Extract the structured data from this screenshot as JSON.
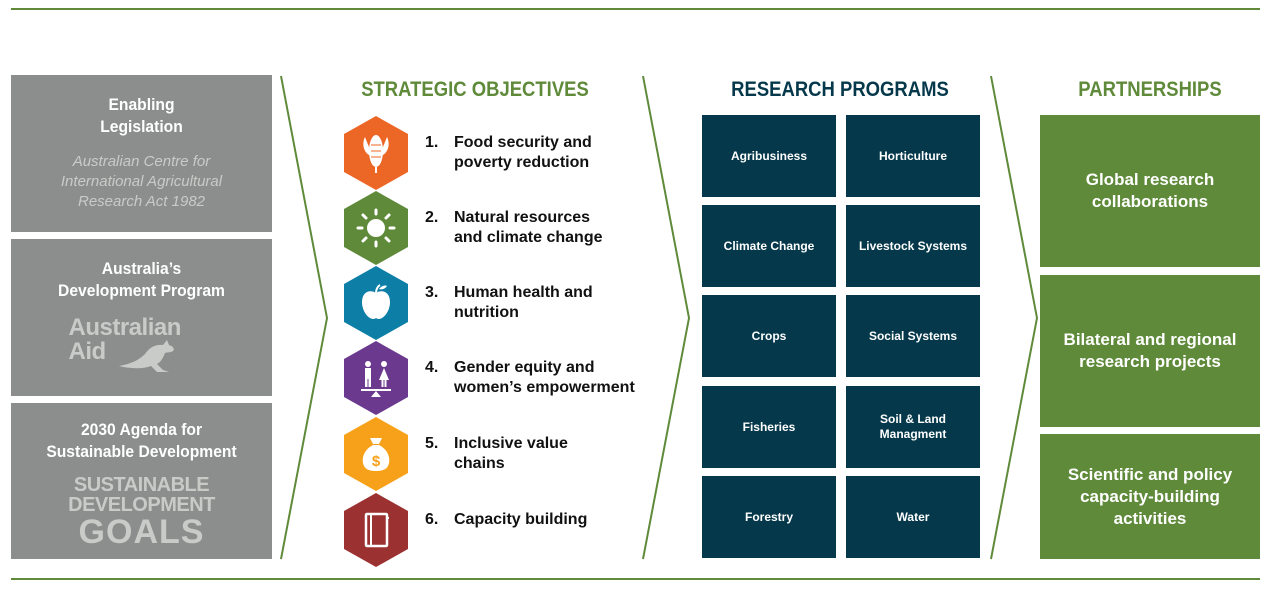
{
  "enabling": {
    "legislation": {
      "title": "Enabling Legislation",
      "title_line1": "Enabling",
      "title_line2": "Legislation",
      "subtitle_line1": "Australian Centre for",
      "subtitle_line2": "International Agricultural",
      "subtitle_line3": "Research Act 1982"
    },
    "development": {
      "title_line1": "Australia’s",
      "title_line2": "Development Program",
      "logo_line1": "Australian",
      "logo_line2": "Aid",
      "logo_icon": "kangaroo-icon"
    },
    "agenda": {
      "title_line1": "2030 Agenda for",
      "title_line2": "Sustainable Development",
      "logo_line1": "SUSTAINABLE",
      "logo_line2": "DEVELOPMENT",
      "logo_line3": "GOALS"
    }
  },
  "headers": {
    "objectives": "STRATEGIC OBJECTIVES",
    "programs": "RESEARCH PROGRAMS",
    "partnerships": "PARTNERSHIPS"
  },
  "objectives": [
    {
      "num": "1.",
      "line1": "Food security and",
      "line2": "poverty reduction",
      "icon": "corn-icon",
      "color": "#ec6726"
    },
    {
      "num": "2.",
      "line1": "Natural resources",
      "line2": "and climate change",
      "icon": "sun-icon",
      "color": "#5f8a3a"
    },
    {
      "num": "3.",
      "line1": "Human health and",
      "line2": "nutrition",
      "icon": "apple-icon",
      "color": "#0d7fa7"
    },
    {
      "num": "4.",
      "line1": "Gender equity and",
      "line2": "women’s empowerment",
      "icon": "gender-scale-icon",
      "color": "#6b3a8e"
    },
    {
      "num": "5.",
      "line1": "Inclusive value",
      "line2": "chains",
      "icon": "money-bag-icon",
      "color": "#f7a11a"
    },
    {
      "num": "6.",
      "line1": "Capacity building",
      "line2": "",
      "icon": "book-icon",
      "color": "#9b3130"
    }
  ],
  "programs": [
    "Agribusiness",
    "Horticulture",
    "Climate Change",
    "Livestock Systems",
    "Crops",
    "Social Systems",
    "Fisheries",
    "Soil & Land Managment",
    "Forestry",
    "Water"
  ],
  "partnerships": [
    "Global research collaborations",
    "Bilateral and regional research projects",
    "Scientific and policy capacity-building activities"
  ],
  "colors": {
    "green": "#5f8a3a",
    "navy": "#05384a",
    "grey": "#8b8e8c"
  }
}
